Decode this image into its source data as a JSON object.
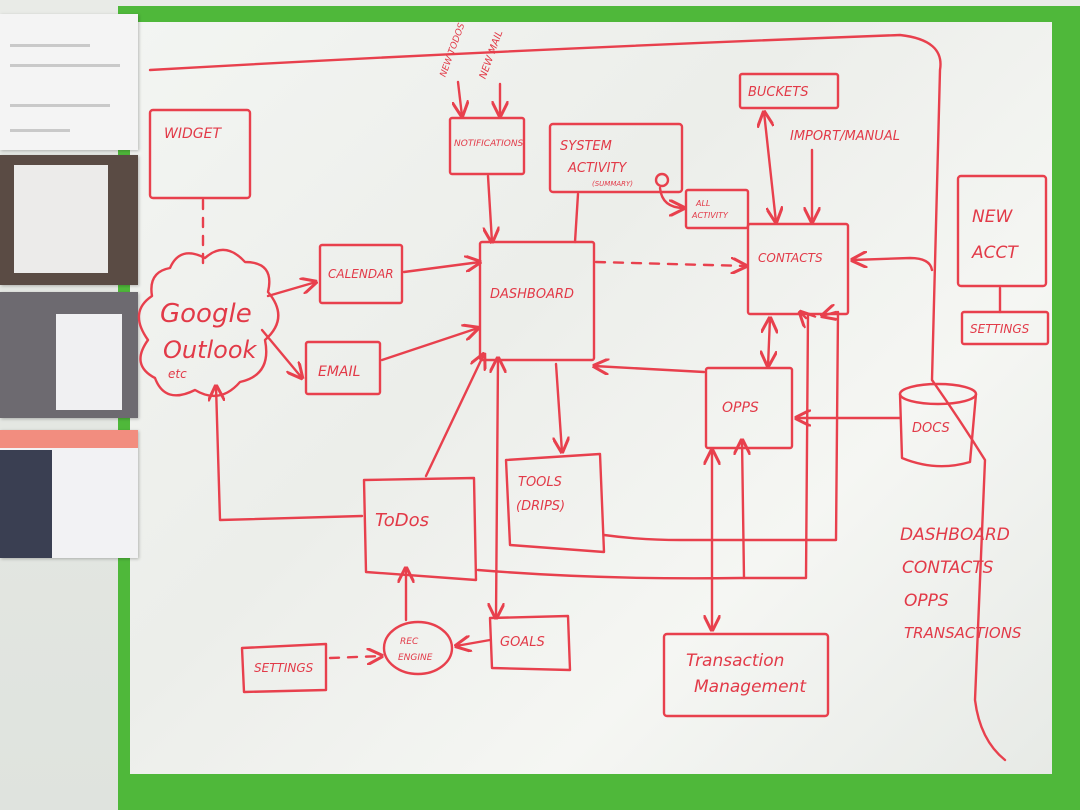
{
  "labels": {
    "widget": "WIDGET",
    "new_todos": "NEW TODOS",
    "new_mail": "NEW MAIL",
    "notifications": "NOTIFICATIONS",
    "system_activity_line1": "SYSTEM",
    "system_activity_line2": "ACTIVITY",
    "system_activity_summary": "(SUMMARY)",
    "all_activity_line1": "ALL",
    "all_activity_line2": "ACTIVITY",
    "buckets": "BUCKETS",
    "import_manual": "IMPORT/MANUAL",
    "new_acct_line1": "NEW",
    "new_acct_line2": "ACCT",
    "settings_right": "SETTINGS",
    "calendar": "CALENDAR",
    "google": "Google",
    "outlook": "Outlook",
    "etc": "etc",
    "email": "EMAIL",
    "dashboard": "DASHBOARD",
    "contacts": "CONTACTS",
    "opps": "OPPS",
    "docs": "DOCS",
    "tools_line1": "TOOLS",
    "tools_line2": "(DRIPS)",
    "todos": "ToDos",
    "settings_left": "SETTINGS",
    "rec_line1": "REC",
    "rec_line2": "ENGINE",
    "goals": "GOALS",
    "transaction_line1": "Transaction",
    "transaction_line2": "Management",
    "list_dashboard": "DASHBOARD",
    "list_contacts": "CONTACTS",
    "list_opps": "OPPS",
    "list_transactions": "TRANSACTIONS"
  },
  "colors": {
    "ink": "#e8404d",
    "frame": "#4fb83a",
    "board": "#eff1ee"
  }
}
